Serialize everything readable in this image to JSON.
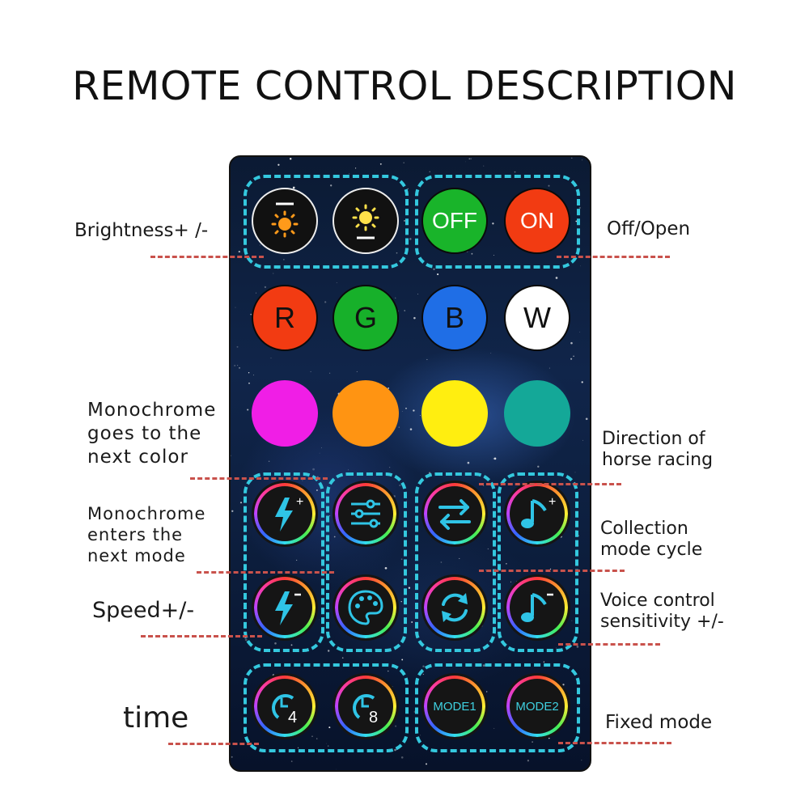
{
  "title": "REMOTE CONTROL DESCRIPTION",
  "colors": {
    "group_outline": "#34c8de",
    "leader_line": "#c9524c",
    "mode_text": "#3fd0e0"
  },
  "buttons": {
    "row1": [
      {
        "icon": "brightness-down-icon"
      },
      {
        "icon": "brightness-up-icon"
      },
      {
        "label": "OFF",
        "color": "#19b42a"
      },
      {
        "label": "ON",
        "color": "#f23b12"
      }
    ],
    "row2": [
      {
        "label": "R",
        "color": "#f23b12"
      },
      {
        "label": "G",
        "color": "#17b02a"
      },
      {
        "label": "B",
        "color": "#1f6ee6"
      },
      {
        "label": "W",
        "color": "#ffffff"
      }
    ],
    "row3": [
      {
        "color": "#f01ee6"
      },
      {
        "color": "#ff9412"
      },
      {
        "color": "#ffee10"
      },
      {
        "color": "#14a898"
      }
    ],
    "row4": [
      {
        "icon": "lightning-plus-icon"
      },
      {
        "icon": "sliders-icon"
      },
      {
        "icon": "direction-arrows-icon"
      },
      {
        "icon": "music-note-plus-icon"
      }
    ],
    "row5": [
      {
        "icon": "lightning-minus-icon"
      },
      {
        "icon": "palette-icon"
      },
      {
        "icon": "cycle-icon"
      },
      {
        "icon": "music-note-minus-icon"
      }
    ],
    "row6": [
      {
        "icon": "timer-icon",
        "label": "4"
      },
      {
        "icon": "timer-icon",
        "label": "8"
      },
      {
        "label": "MODE1"
      },
      {
        "label": "MODE2"
      }
    ]
  },
  "annotations": {
    "brightness": "Brightness+ /-",
    "off_open": "Off/Open",
    "monochrome_color": [
      "Monochrome",
      "goes to the",
      "next color"
    ],
    "direction": [
      "Direction of",
      "horse racing"
    ],
    "monochrome_mode": [
      "Monochrome",
      "enters the",
      "next mode"
    ],
    "collection": [
      "Collection",
      "mode cycle"
    ],
    "speed": "Speed+/-",
    "voice": [
      "Voice control",
      "sensitivity +/-"
    ],
    "time": "time",
    "fixed": "Fixed mode"
  }
}
